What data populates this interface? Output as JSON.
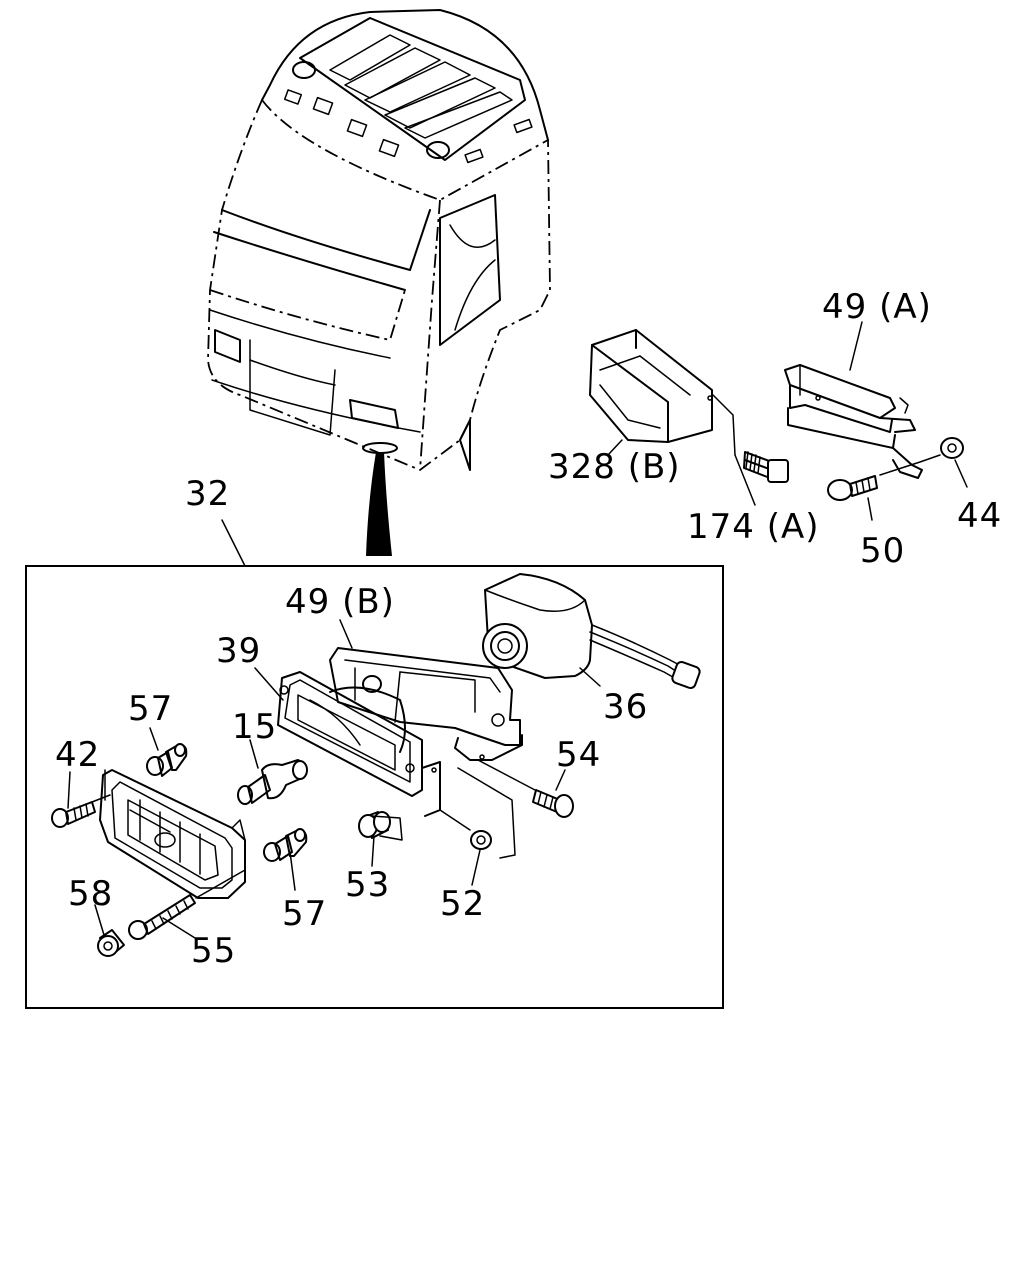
{
  "labels": {
    "p32": "32",
    "p49a": "49 (A)",
    "p328b": "328 (B)",
    "p174a": "174 (A)",
    "p50": "50",
    "p44": "44",
    "p49b": "49 (B)",
    "p39": "39",
    "p36": "36",
    "p57a": "57",
    "p15": "15",
    "p42": "42",
    "p54": "54",
    "p53": "53",
    "p52": "52",
    "p57b": "57",
    "p58": "58",
    "p55": "55"
  },
  "colors": {
    "line": "#000000",
    "background": "#ffffff"
  }
}
